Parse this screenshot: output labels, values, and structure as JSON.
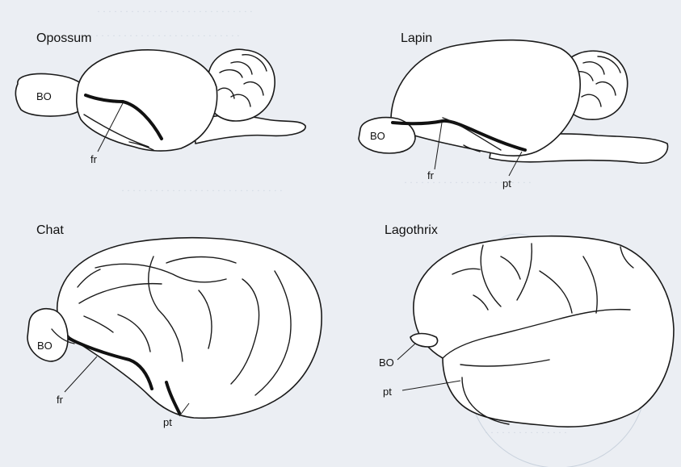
{
  "panels": [
    {
      "title": "Opossum",
      "labels": {
        "bulb": "BO",
        "fissure": "fr"
      }
    },
    {
      "title": "Lapin",
      "labels": {
        "bulb": "BO",
        "fissure": "fr",
        "tract": "pt"
      }
    },
    {
      "title": "Chat",
      "labels": {
        "bulb": "BO",
        "fissure": "fr",
        "tract": "pt"
      }
    },
    {
      "title": "Lagothrix",
      "labels": {
        "bulb": "BO",
        "tract": "pt"
      }
    }
  ],
  "colors": {
    "paper": "#ebeef3",
    "ink": "#1a1a1a",
    "fill": "#ffffff",
    "ghost": "#c9d2dd"
  }
}
